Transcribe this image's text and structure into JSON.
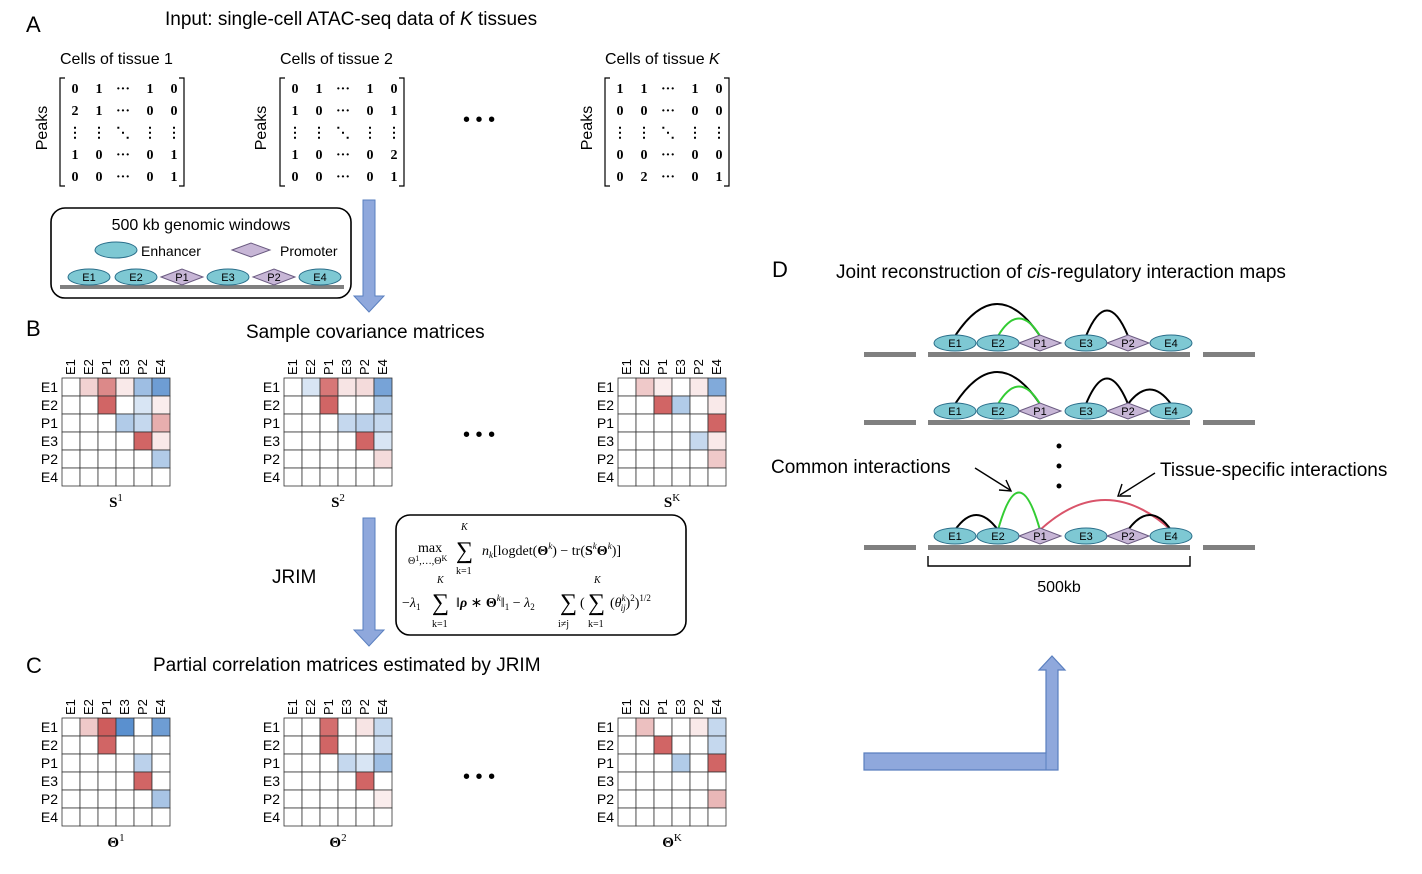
{
  "panels": {
    "A": {
      "letter": "A",
      "title_prefix": "Input:  single-cell  ATAC-seq data of ",
      "title_var": "K",
      "title_suffix": " tissues",
      "matrices": [
        {
          "title": "Cells of tissue 1",
          "title_var": "",
          "row_label": "Peaks",
          "rows": [
            [
              "0",
              "1",
              "···",
              "1",
              "0"
            ],
            [
              "2",
              "1",
              "···",
              "0",
              "0"
            ],
            [
              "⋮",
              "⋮",
              "⋱",
              "⋮",
              "⋮"
            ],
            [
              "1",
              "0",
              "···",
              "0",
              "1"
            ],
            [
              "0",
              "0",
              "···",
              "0",
              "1"
            ]
          ]
        },
        {
          "title": "Cells of tissue 2",
          "title_var": "",
          "row_label": "Peaks",
          "rows": [
            [
              "0",
              "1",
              "···",
              "1",
              "0"
            ],
            [
              "1",
              "0",
              "···",
              "0",
              "1"
            ],
            [
              "⋮",
              "⋮",
              "⋱",
              "⋮",
              "⋮"
            ],
            [
              "1",
              "0",
              "···",
              "0",
              "2"
            ],
            [
              "0",
              "0",
              "···",
              "0",
              "1"
            ]
          ]
        },
        {
          "title": "Cells of tissue ",
          "title_var": "K",
          "row_label": "Peaks",
          "rows": [
            [
              "1",
              "1",
              "···",
              "1",
              "0"
            ],
            [
              "0",
              "0",
              "···",
              "0",
              "0"
            ],
            [
              "⋮",
              "⋮",
              "⋱",
              "⋮",
              "⋮"
            ],
            [
              "0",
              "0",
              "···",
              "0",
              "0"
            ],
            [
              "0",
              "2",
              "···",
              "0",
              "1"
            ]
          ]
        }
      ],
      "ellipsis": "• • •",
      "window_box": {
        "title": "500 kb genomic windows",
        "enhancer_label": "Enhancer",
        "promoter_label": "Promoter",
        "elements": [
          "E1",
          "E2",
          "P1",
          "E3",
          "P2",
          "E4"
        ]
      }
    },
    "B": {
      "letter": "B",
      "title": "Sample  covariance matrices",
      "row_labels": [
        "E1",
        "E2",
        "P1",
        "E3",
        "P2",
        "E4"
      ],
      "col_labels": [
        "E1",
        "E2",
        "P1",
        "E3",
        "P2",
        "E4"
      ],
      "heatmaps": [
        {
          "sym": "S",
          "sup": "1",
          "cells": [
            [
              0,
              0.25,
              0.65,
              0.12,
              -0.5,
              -0.75
            ],
            [
              0,
              0,
              0.85,
              0,
              -0.2,
              0.1
            ],
            [
              0,
              0,
              0,
              -0.4,
              -0.3,
              0.45
            ],
            [
              0,
              0,
              0,
              0,
              0.85,
              0.12
            ],
            [
              0,
              0,
              0,
              0,
              0,
              -0.4
            ],
            [
              0,
              0,
              0,
              0,
              0,
              0
            ]
          ]
        },
        {
          "sym": "S",
          "sup": "2",
          "cells": [
            [
              0,
              -0.2,
              0.75,
              0.15,
              0.2,
              -0.7
            ],
            [
              0,
              0,
              0.85,
              0,
              0,
              -0.4
            ],
            [
              0,
              0,
              0,
              -0.3,
              -0.35,
              -0.3
            ],
            [
              0,
              0,
              0,
              0,
              0.85,
              -0.2
            ],
            [
              0,
              0,
              0,
              0,
              0,
              0.2
            ],
            [
              0,
              0,
              0,
              0,
              0,
              0
            ]
          ]
        },
        {
          "sym": "S",
          "sup": "K",
          "cells": [
            [
              0,
              0.3,
              0.1,
              0,
              0.12,
              -0.65
            ],
            [
              0,
              0,
              0.85,
              -0.4,
              0,
              0.12
            ],
            [
              0,
              0,
              0,
              0,
              0,
              0.85
            ],
            [
              0,
              0,
              0,
              0,
              -0.3,
              0.12
            ],
            [
              0,
              0,
              0,
              0,
              0,
              0.3
            ],
            [
              0,
              0,
              0,
              0,
              0,
              0
            ]
          ]
        }
      ],
      "ellipsis": "• • •"
    },
    "method": {
      "name": "JRIM"
    },
    "C": {
      "letter": "C",
      "title": "Partial correlation matrices estimated by JRIM",
      "heatmaps": [
        {
          "sym": "Θ",
          "sup": "1",
          "cells": [
            [
              0,
              0.3,
              0.9,
              -0.85,
              0,
              -0.75
            ],
            [
              0,
              0,
              0.85,
              0,
              0,
              0
            ],
            [
              0,
              0,
              0,
              0,
              -0.35,
              0
            ],
            [
              0,
              0,
              0,
              0,
              0.85,
              0
            ],
            [
              0,
              0,
              0,
              0,
              0,
              -0.45
            ],
            [
              0,
              0,
              0,
              0,
              0,
              0
            ]
          ]
        },
        {
          "sym": "Θ",
          "sup": "2",
          "cells": [
            [
              0,
              0,
              0.8,
              0,
              0.15,
              -0.3
            ],
            [
              0,
              0,
              0.85,
              0,
              0,
              -0.25
            ],
            [
              0,
              0,
              0,
              -0.3,
              -0.2,
              -0.5
            ],
            [
              0,
              0,
              0,
              0,
              0.85,
              0
            ],
            [
              0,
              0,
              0,
              0,
              0,
              0.1
            ],
            [
              0,
              0,
              0,
              0,
              0,
              0
            ]
          ]
        },
        {
          "sym": "Θ",
          "sup": "K",
          "cells": [
            [
              0,
              0.35,
              0,
              0,
              0.12,
              -0.3
            ],
            [
              0,
              0,
              0.85,
              0,
              0,
              -0.3
            ],
            [
              0,
              0,
              0,
              -0.4,
              0,
              0.85
            ],
            [
              0,
              0,
              0,
              0,
              0,
              0
            ],
            [
              0,
              0,
              0,
              0,
              0,
              0.4
            ],
            [
              0,
              0,
              0,
              0,
              0,
              0
            ]
          ]
        }
      ],
      "ellipsis": "• • •"
    },
    "D": {
      "letter": "D",
      "title_prefix": "Joint reconstruction of ",
      "title_em": "cis",
      "title_suffix": "-regulatory interaction maps",
      "common_label": "Common interactions",
      "specific_label": "Tissue-specific interactions",
      "scale_label": "500kb",
      "elements": [
        "E1",
        "E2",
        "P1",
        "E3",
        "P2",
        "E4"
      ]
    }
  },
  "colors": {
    "enhancer_fill": "#7ec8d3",
    "promoter_fill": "#c7b6d6",
    "arrow_fill": "#8fa8dc",
    "common_arc": "#33cc33",
    "specific_arc": "#d9546a",
    "track": "#808080",
    "red_strong": "#c94a4a",
    "blue_strong": "#3d7cc6"
  }
}
